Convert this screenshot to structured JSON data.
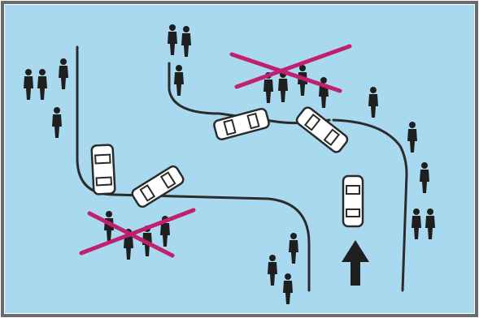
{
  "colors": {
    "background": "#a9d9ef",
    "frame": "#6a6a6a",
    "road_line": "#2b2b2b",
    "person": "#1f1f1f",
    "car_body": "#ffffff",
    "car_outline": "#2b2b2b",
    "cross": "#c0206e",
    "arrow": "#1f1f1f"
  },
  "icons": {
    "person": "person-icon",
    "car": "car-icon",
    "cross": "cross-mark-icon",
    "arrow": "arrow-up-icon"
  },
  "diagram": {
    "description_items": [
      "curb-left",
      "curb-top",
      "curb-right",
      "curb-bottom-middle",
      "car-parked-left",
      "car-angled-left",
      "car-angled-top-left",
      "car-angled-top-right",
      "car-moving-forward",
      "direction-arrow",
      "pedestrian-group-crossed-top",
      "pedestrian-group-crossed-bottom"
    ]
  }
}
